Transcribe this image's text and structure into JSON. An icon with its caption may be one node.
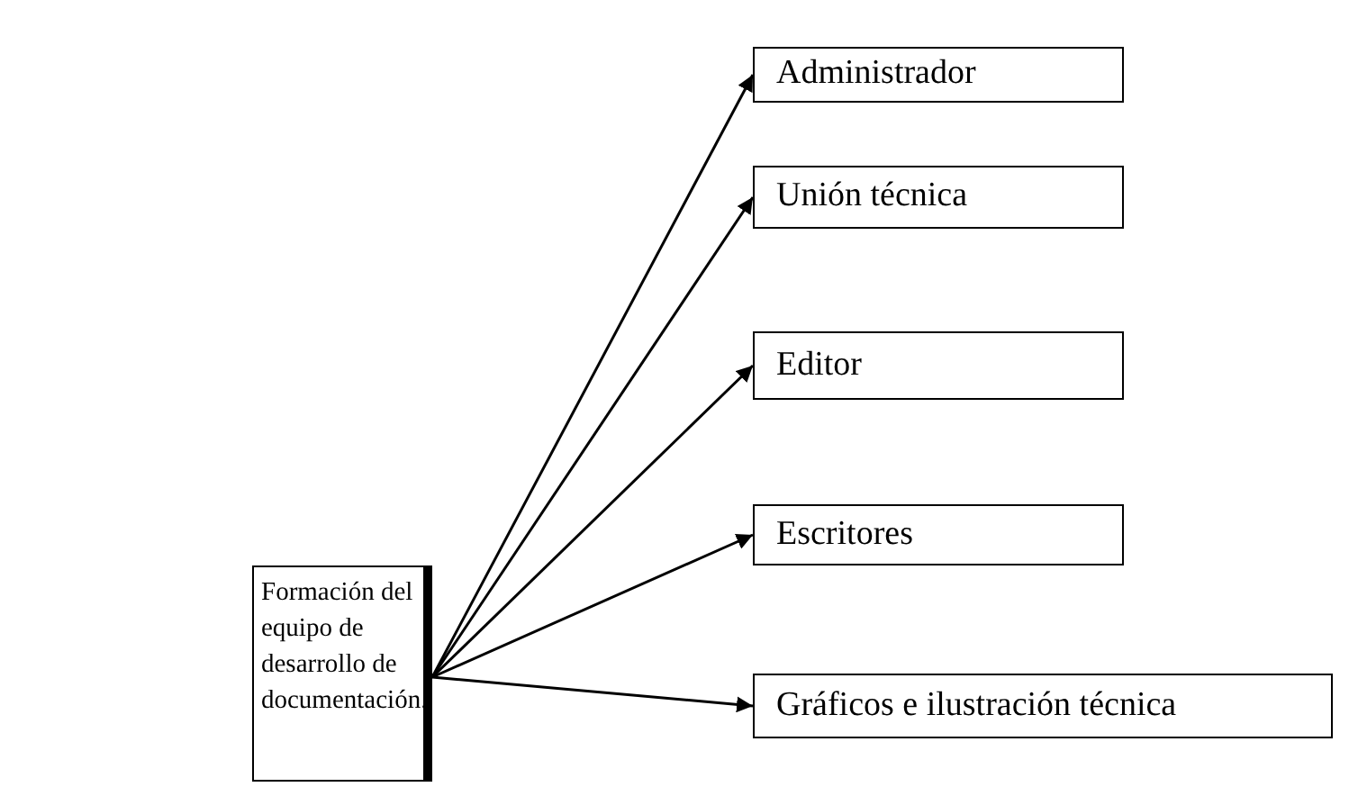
{
  "diagram": {
    "nodes": [
      {
        "text": [
          "Formación del equipo de desarrollo de documentación."
        ]
      },
      {
        "text": [
          "Administrador"
        ]
      },
      {
        "text": [
          "Unión técnica"
        ]
      },
      {
        "text": [
          "Editor"
        ]
      },
      {
        "text": [
          "Escritores"
        ]
      },
      {
        "text": [
          "Gráficos e ilustración técnica"
        ]
      }
    ],
    "edges": [
      {
        "from": 0,
        "to": 1,
        "arrow": "to"
      },
      {
        "from": 0,
        "to": 2,
        "arrow": "to"
      },
      {
        "from": 0,
        "to": 3,
        "arrow": "to"
      },
      {
        "from": 0,
        "to": 4,
        "arrow": "to"
      },
      {
        "from": 0,
        "to": 5,
        "arrow": "to"
      }
    ]
  }
}
